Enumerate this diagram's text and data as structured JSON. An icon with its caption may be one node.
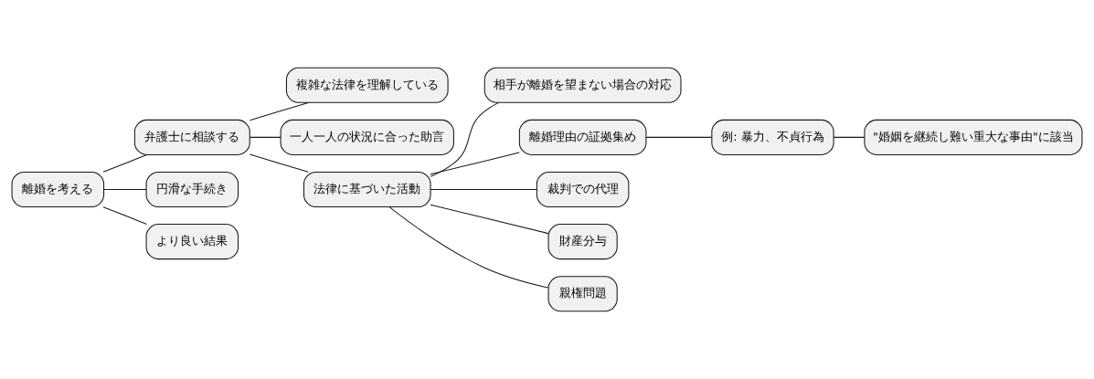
{
  "diagram": {
    "nodes": [
      {
        "text": [
          "離婚を考える"
        ]
      },
      {
        "text": [
          "弁護士に相談する"
        ]
      },
      {
        "text": [
          "複雑な法律を理解している"
        ]
      },
      {
        "text": [
          "一人一人の状況に合った助言"
        ]
      },
      {
        "text": [
          "法律に基づいた活動"
        ]
      },
      {
        "text": [
          "相手が離婚を望まない場合の対応"
        ]
      },
      {
        "text": [
          "離婚理由の証拠集め"
        ]
      },
      {
        "text": [
          "例: 暴力、不貞行為"
        ]
      },
      {
        "text": [
          "\"婚姻を継続し難い重大な事由\"に該当"
        ]
      },
      {
        "text": [
          "裁判での代理"
        ]
      },
      {
        "text": [
          "財産分与"
        ]
      },
      {
        "text": [
          "親権問題"
        ]
      },
      {
        "text": [
          "円滑な手続き"
        ]
      },
      {
        "text": [
          "より良い結果"
        ]
      }
    ],
    "edges": [
      {
        "from": 0,
        "to": 1,
        "arrow": "none"
      },
      {
        "from": 1,
        "to": 2,
        "arrow": "none"
      },
      {
        "from": 1,
        "to": 3,
        "arrow": "none"
      },
      {
        "from": 1,
        "to": 4,
        "arrow": "none"
      },
      {
        "from": 4,
        "to": 5,
        "arrow": "none"
      },
      {
        "from": 4,
        "to": 6,
        "arrow": "none"
      },
      {
        "from": 6,
        "to": 7,
        "arrow": "none"
      },
      {
        "from": 7,
        "to": 8,
        "arrow": "none"
      },
      {
        "from": 4,
        "to": 9,
        "arrow": "none"
      },
      {
        "from": 4,
        "to": 10,
        "arrow": "none"
      },
      {
        "from": 4,
        "to": 11,
        "arrow": "none"
      },
      {
        "from": 0,
        "to": 12,
        "arrow": "none"
      },
      {
        "from": 0,
        "to": 13,
        "arrow": "none"
      }
    ]
  }
}
